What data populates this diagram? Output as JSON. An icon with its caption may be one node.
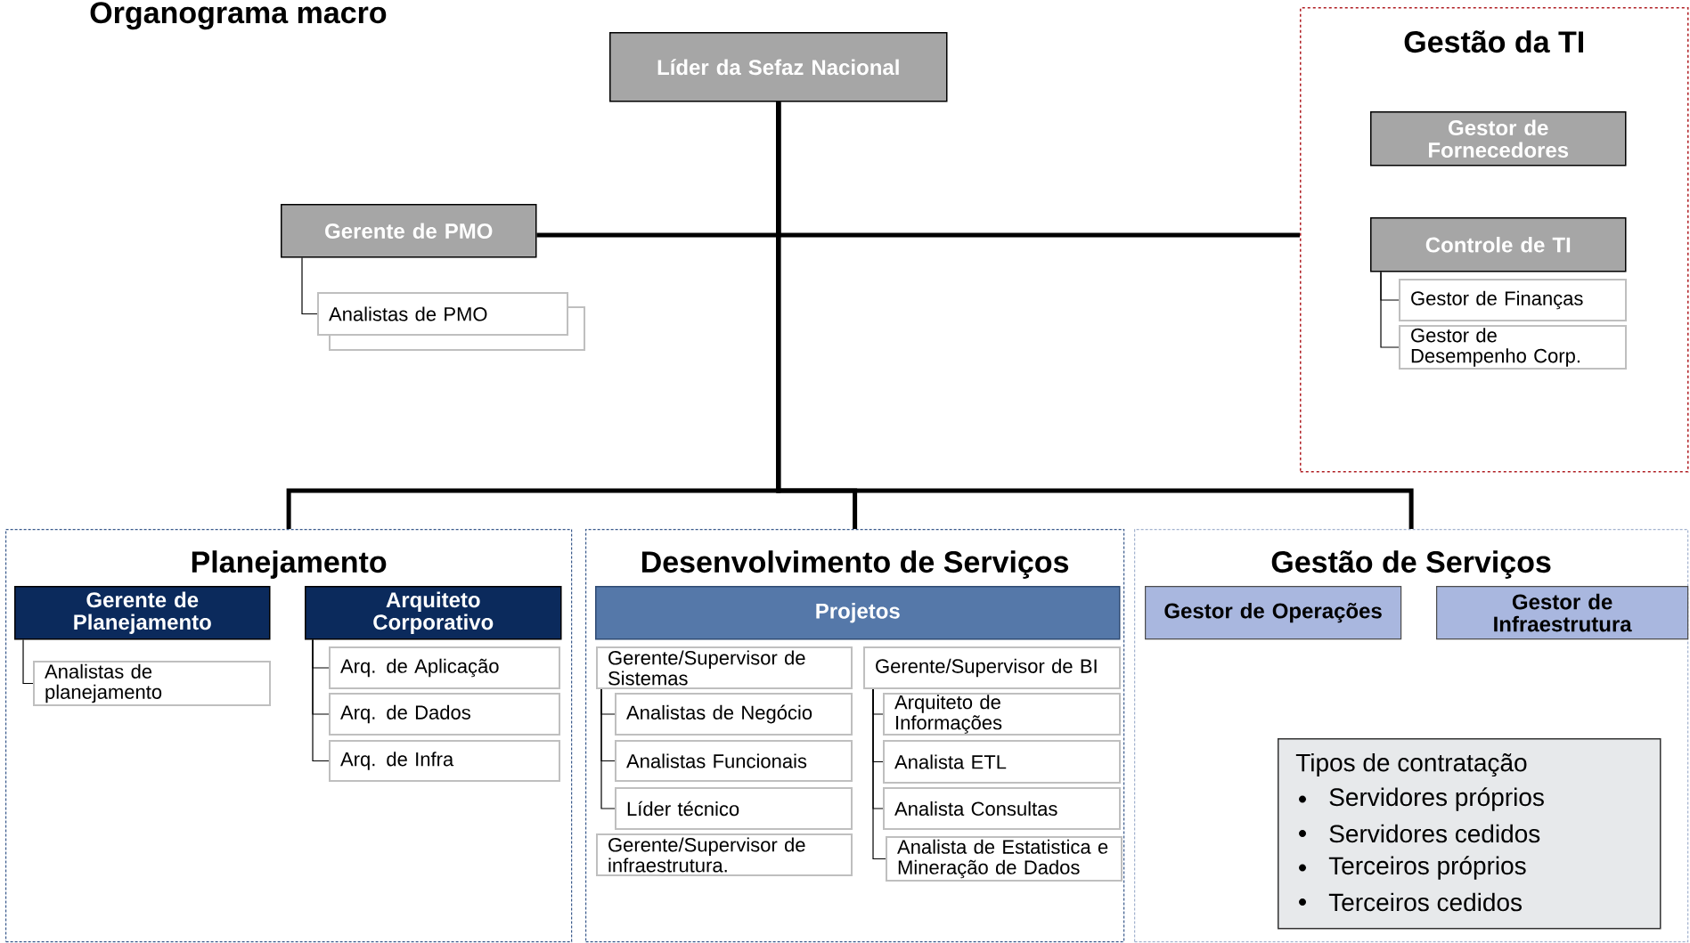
{
  "diagram": {
    "title": "Organograma macro",
    "nodes": [
      {
        "text": [
          "Líder da Sefaz Nacional"
        ]
      },
      {
        "text": [
          "Gerente de PMO"
        ]
      },
      {
        "text": [
          "Analistas de PMO"
        ]
      },
      {
        "text": [
          "Gestão da TI"
        ]
      },
      {
        "text": [
          "Gestor de Fornecedores"
        ],
        "in": 3
      },
      {
        "text": [
          "Controle de TI"
        ],
        "in": 3
      },
      {
        "text": [
          "Gestor de Finanças"
        ],
        "in": 3
      },
      {
        "text": [
          "Gestor de Desempenho Corp."
        ],
        "in": 3
      },
      {
        "text": [
          "Planejamento"
        ]
      },
      {
        "text": [
          "Gerente de Planejamento"
        ],
        "in": 8
      },
      {
        "text": [
          "Analistas de planejamento"
        ],
        "in": 8
      },
      {
        "text": [
          "Arquiteto Corporativo"
        ],
        "in": 8
      },
      {
        "text": [
          "Arq. de Aplicação"
        ],
        "in": 8
      },
      {
        "text": [
          "Arq. de Dados"
        ],
        "in": 8
      },
      {
        "text": [
          "Arq. de Infra"
        ],
        "in": 8
      },
      {
        "text": [
          "Desenvolvimento de Serviços"
        ]
      },
      {
        "text": [
          "Projetos"
        ],
        "in": 15
      },
      {
        "text": [
          "Gerente/Supervisor de Sistemas"
        ],
        "in": 15
      },
      {
        "text": [
          "Analistas de Negócio"
        ],
        "in": 15
      },
      {
        "text": [
          "Analistas Funcionais"
        ],
        "in": 15
      },
      {
        "text": [
          "Líder técnico"
        ],
        "in": 15
      },
      {
        "text": [
          "Gerente/Supervisor de infraestrutura."
        ],
        "in": 15
      },
      {
        "text": [
          "Gerente/Supervisor de BI"
        ],
        "in": 15
      },
      {
        "text": [
          "Arquiteto de Informações"
        ],
        "in": 15
      },
      {
        "text": [
          "Analista ETL"
        ],
        "in": 15
      },
      {
        "text": [
          "Analista Consultas"
        ],
        "in": 15
      },
      {
        "text": [
          "Analista de Estatistica e Mineração de Dados"
        ],
        "in": 15
      },
      {
        "text": [
          "Gestão de Serviços"
        ]
      },
      {
        "text": [
          "Gestor de Operações"
        ],
        "in": 27
      },
      {
        "text": [
          "Gestor de Infraestrutura"
        ],
        "in": 27
      },
      {
        "text": [
          "Tipos de contratação",
          "Servidores próprios",
          "Servidores cedidos",
          "Terceiros próprios",
          "Terceiros cedidos"
        ],
        "in": 27
      }
    ],
    "edges": [
      {
        "from": 0,
        "to": 1,
        "arrow": "none",
        "style": "thick"
      },
      {
        "from": 0,
        "to": 3,
        "arrow": "none",
        "style": "thick"
      },
      {
        "from": 0,
        "to": 8,
        "arrow": "none",
        "style": "thick"
      },
      {
        "from": 0,
        "to": 15,
        "arrow": "none",
        "style": "thick"
      },
      {
        "from": 0,
        "to": 27,
        "arrow": "none",
        "style": "thick"
      },
      {
        "from": 1,
        "to": 2,
        "arrow": "none"
      },
      {
        "from": 5,
        "to": 6,
        "arrow": "none"
      },
      {
        "from": 5,
        "to": 7,
        "arrow": "none"
      },
      {
        "from": 9,
        "to": 10,
        "arrow": "none"
      },
      {
        "from": 11,
        "to": 12,
        "arrow": "none"
      },
      {
        "from": 11,
        "to": 13,
        "arrow": "none"
      },
      {
        "from": 11,
        "to": 14,
        "arrow": "none"
      },
      {
        "from": 17,
        "to": 18,
        "arrow": "none"
      },
      {
        "from": 17,
        "to": 19,
        "arrow": "none"
      },
      {
        "from": 17,
        "to": 20,
        "arrow": "none"
      },
      {
        "from": 22,
        "to": 23,
        "arrow": "none"
      },
      {
        "from": 22,
        "to": 24,
        "arrow": "none"
      },
      {
        "from": 22,
        "to": 25,
        "arrow": "none"
      },
      {
        "from": 22,
        "to": 26,
        "arrow": "none"
      }
    ]
  }
}
